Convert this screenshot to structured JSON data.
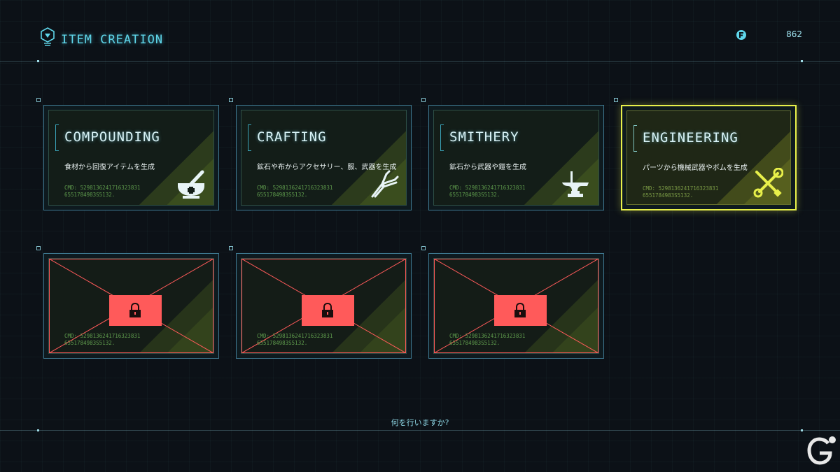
{
  "header": {
    "title": "ITEM CREATION",
    "currency_value": "862"
  },
  "cards": [
    {
      "title": "COMPOUNDING",
      "description": "食材から回復アイテムを生成",
      "code": "CMD: 5298136241716323831\n6551784983S5132.",
      "icon": "mortar-pestle-icon"
    },
    {
      "title": "CRAFTING",
      "description": "鉱石や布からアクセサリー、服、武器を生成",
      "code": "CMD: 5298136241716323831\n6551784983S5132.",
      "icon": "pliers-icon"
    },
    {
      "title": "SMITHERY",
      "description": "鉱石から武器や鎧を生成",
      "code": "CMD: 5298136241716323831\n6551784983S5132.",
      "icon": "anvil-icon"
    },
    {
      "title": "ENGINEERING",
      "description": "パーツから機械武器やボムを生成",
      "code": "CMD: 5298136241716323831\n6551784983S5132.",
      "icon": "wrench-screwdriver-icon"
    }
  ],
  "locked_cards": [
    {
      "code": "CMD: 5298136241716323831\n6551784983S5132."
    },
    {
      "code": "CMD: 5298136241716323831\n6551784983S5132."
    },
    {
      "code": "CMD: 5298136241716323831\n6551784983S5132."
    }
  ],
  "prompt": "何を行いますか?",
  "colors": {
    "accent_cyan": "#5fd6ea",
    "selected_yellow": "#e8f04a",
    "locked_red": "#ff5a5a",
    "code_green": "#5f9c4d"
  }
}
